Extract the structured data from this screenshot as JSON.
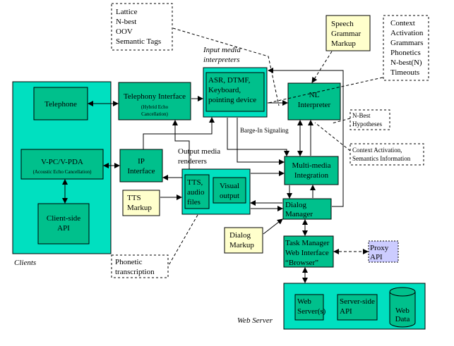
{
  "colors": {
    "cyan": "#00e0c0",
    "teal": "#00c08c",
    "cream": "#ffffcc",
    "lavender": "#ccccff",
    "black": "#000000"
  },
  "notes": {
    "top": [
      "Lattice",
      "N-best",
      "OOV",
      "Semantic Tags"
    ],
    "context": [
      "Context",
      "Activation",
      "Grammars",
      "Phonetics",
      "N-best(N)",
      "Timeouts"
    ],
    "nbest": [
      "N-Best",
      "Hypotheses"
    ],
    "context_info": [
      "Context Activation,",
      "Semantics Information"
    ],
    "phonetic": [
      "Phonetic",
      "transcription"
    ]
  },
  "markup": {
    "speech_grammar": [
      "Speech",
      "Grammar",
      "Markup"
    ],
    "tts": [
      "TTS",
      "Markup"
    ],
    "dialog": [
      "Dialog",
      "Markup"
    ]
  },
  "labels": {
    "input_media": [
      "Input media",
      "interpreters"
    ],
    "output_media": [
      "Output media",
      "renderers"
    ],
    "barge_in": "Barge-In Signaling",
    "clients": "Clients",
    "web_server": "Web Server"
  },
  "boxes": {
    "telephone": "Telephone",
    "vpc": "V-PC/V-PDA",
    "vpc_sub": "(Acoustic Echo Cancellation)",
    "client_api": [
      "Client-side",
      "API"
    ],
    "telephony": "Telephony Interface",
    "telephony_sub": [
      "(Hybrid Echo",
      "Cancellation)"
    ],
    "ip": [
      "IP",
      "Interface"
    ],
    "asr": [
      "ASR, DTMF,",
      "Keyboard,",
      "pointing device"
    ],
    "nl": [
      "NL",
      "Interpreter"
    ],
    "tts_audio": [
      "TTS,",
      "audio",
      "files"
    ],
    "visual": [
      "Visual",
      "output"
    ],
    "multimedia": [
      "Multi-media",
      "Integration"
    ],
    "dialog_manager": [
      "Dialog",
      "Manager"
    ],
    "task_manager": [
      "Task Manager",
      "Web Interface",
      "“Browser”"
    ],
    "proxy": [
      "Proxy",
      "API"
    ],
    "web_servers": [
      "Web",
      "Server(s)"
    ],
    "server_api": [
      "Server-side",
      "API"
    ],
    "web_data": [
      "Web",
      "Data"
    ]
  }
}
